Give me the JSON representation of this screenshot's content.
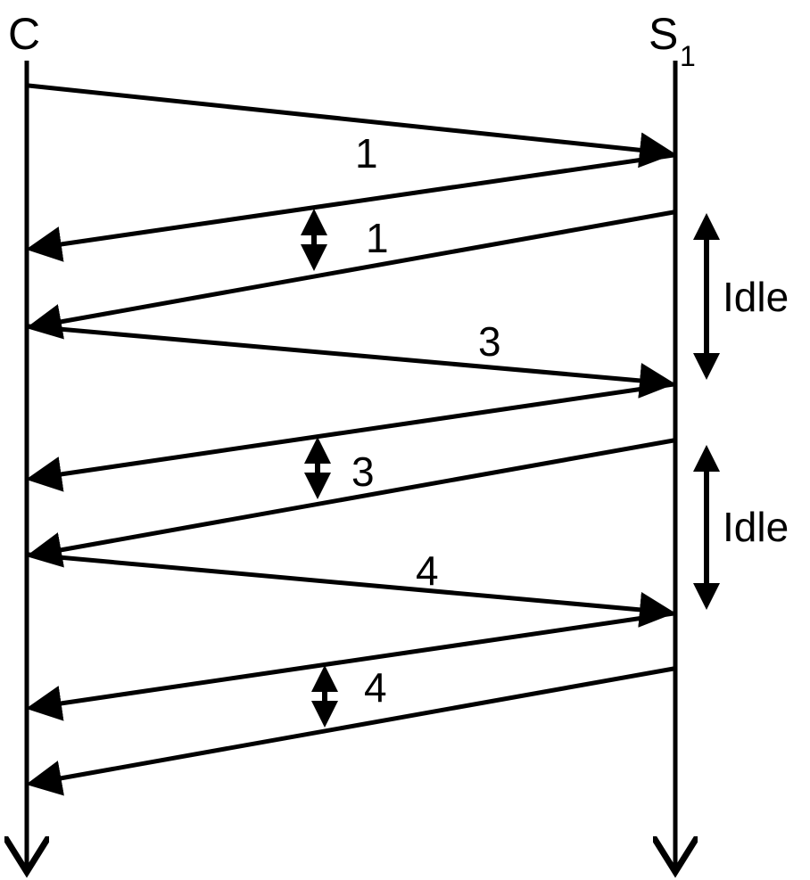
{
  "participants": {
    "client": {
      "label": "C"
    },
    "server": {
      "label": "S",
      "subscript": "1"
    }
  },
  "messages": [
    {
      "label": "1",
      "direction": "to-server"
    },
    {
      "label": "1",
      "direction": "to-client",
      "gap_marker": true
    },
    {
      "label": "3",
      "direction": "to-server"
    },
    {
      "label": "3",
      "direction": "to-client",
      "gap_marker": true
    },
    {
      "label": "4",
      "direction": "to-server"
    },
    {
      "label": "4",
      "direction": "to-client",
      "gap_marker": true
    }
  ],
  "idle_markers": [
    {
      "label": "Idle"
    },
    {
      "label": "Idle"
    }
  ],
  "colors": {
    "stroke": "#000000",
    "background": "#ffffff"
  }
}
